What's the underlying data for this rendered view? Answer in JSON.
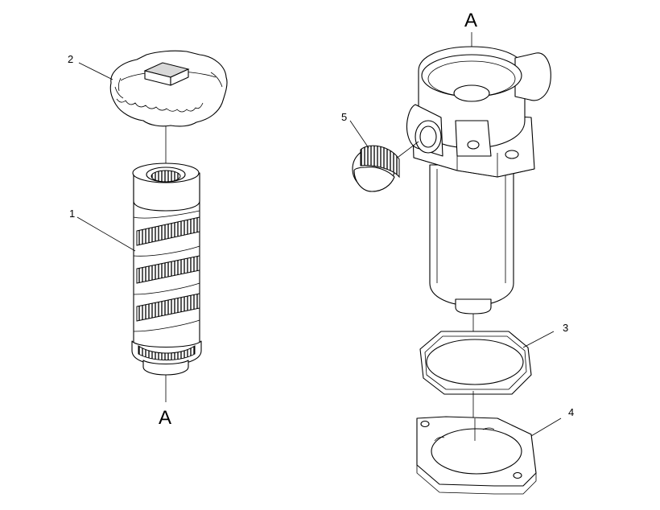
{
  "callouts": {
    "item1": "1",
    "item2": "2",
    "item3": "3",
    "item4": "4",
    "item5": "5"
  },
  "view_markers": {
    "lower_left": "A",
    "top_right": "A"
  }
}
